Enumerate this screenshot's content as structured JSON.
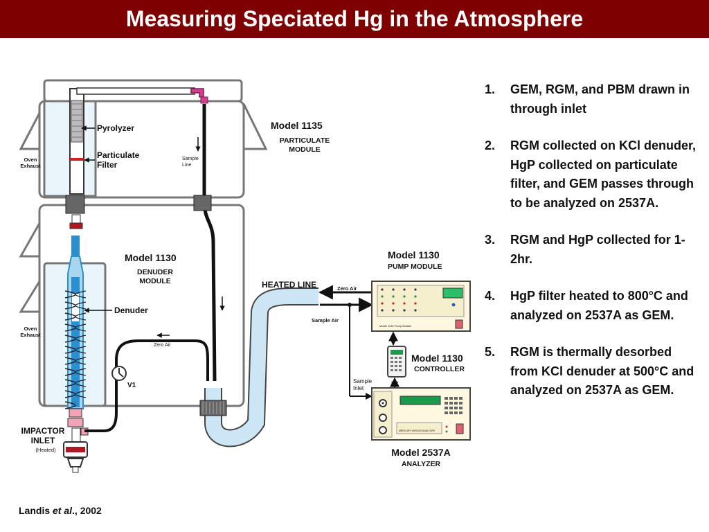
{
  "title": "Measuring Speciated Hg in the Atmosphere",
  "diagram": {
    "labels": {
      "pyrolyzer": "Pyrolyzer",
      "particulate_filter_line1": "Particulate",
      "particulate_filter_line2": "Filter",
      "oven_exhaust_top_line1": "Oven",
      "oven_exhaust_top_line2": "Exhaust",
      "oven_exhaust_bottom_line1": "Oven",
      "oven_exhaust_bottom_line2": "Exhaust",
      "sample_line_line1": "Sample",
      "sample_line_line2": "Line",
      "model_1135": "Model 1135",
      "particulate_module_line1": "PARTICULATE",
      "particulate_module_line2": "MODULE",
      "model_1130_denuder": "Model 1130",
      "denuder_module_line1": "DENUDER",
      "denuder_module_line2": "MODULE",
      "denuder": "Denuder",
      "zero_air_lower": "Zero Air",
      "v1": "V1",
      "impactor_inlet_line1": "IMPACTOR",
      "impactor_inlet_line2": "INLET",
      "heated": "(Heated)",
      "heated_line": "HEATED LINE",
      "zero_air_upper": "Zero Air",
      "sample_air": "Sample Air",
      "model_1130_pump": "Model 1130",
      "pump_module": "PUMP MODULE",
      "pump_panel_text": "Model 1130 Pump Module",
      "model_1130_controller": "Model 1130",
      "controller": "CONTROLLER",
      "sample_inlet_line1": "Sample",
      "sample_inlet_line2": "Inlet",
      "model_2537a": "Model 2537A",
      "analyzer": "ANALYZER",
      "analyzer_panel_text": "MERCURY VAPOUR ANALYZER"
    }
  },
  "steps": [
    {
      "number": "1.",
      "text": "GEM, RGM, and PBM drawn in through inlet"
    },
    {
      "number": "2.",
      "text": "RGM collected on KCl denuder, HgP collected on particulate filter, and GEM passes through to be analyzed on 2537A."
    },
    {
      "number": "3.",
      "text": "RGM and HgP collected for 1-2hr."
    },
    {
      "number": "4.",
      "text": "HgP filter heated to 800°C and analyzed on 2537A as GEM."
    },
    {
      "number": "5.",
      "text": " RGM is thermally desorbed from KCl denuder at 500°C and analyzed on 2537A as GEM."
    }
  ],
  "citation": {
    "author": "Landis ",
    "etal": "et al",
    "year": "., 2002"
  },
  "colors": {
    "title_bar": "#7f0000",
    "module_fill": "#e9f4fb",
    "denuder_blue": "#2a8fd0",
    "display_green": "#1a9a4a",
    "magenta_fitting": "#d0408f"
  }
}
